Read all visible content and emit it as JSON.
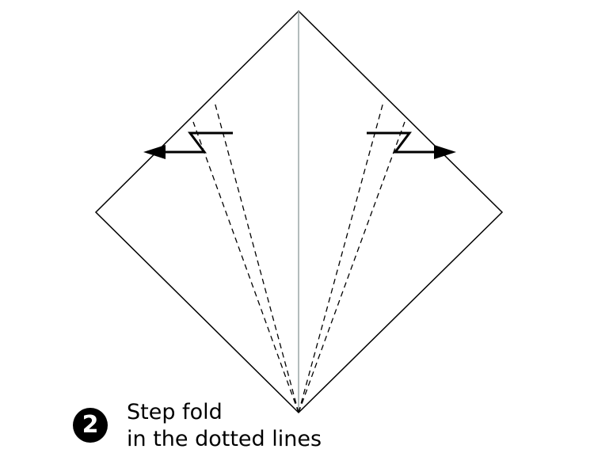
{
  "step": {
    "number": "2",
    "caption_lines": [
      "Step fold",
      "in the dotted lines"
    ]
  },
  "diagram": {
    "shape": "square-paper-diamond",
    "folds": "step-fold-dotted-lines",
    "arrows": [
      "arrow-left-icon",
      "arrow-right-icon"
    ],
    "colors": {
      "outline": "#000000",
      "center_crease": "#9aa6a6",
      "badge": "#000000"
    }
  }
}
